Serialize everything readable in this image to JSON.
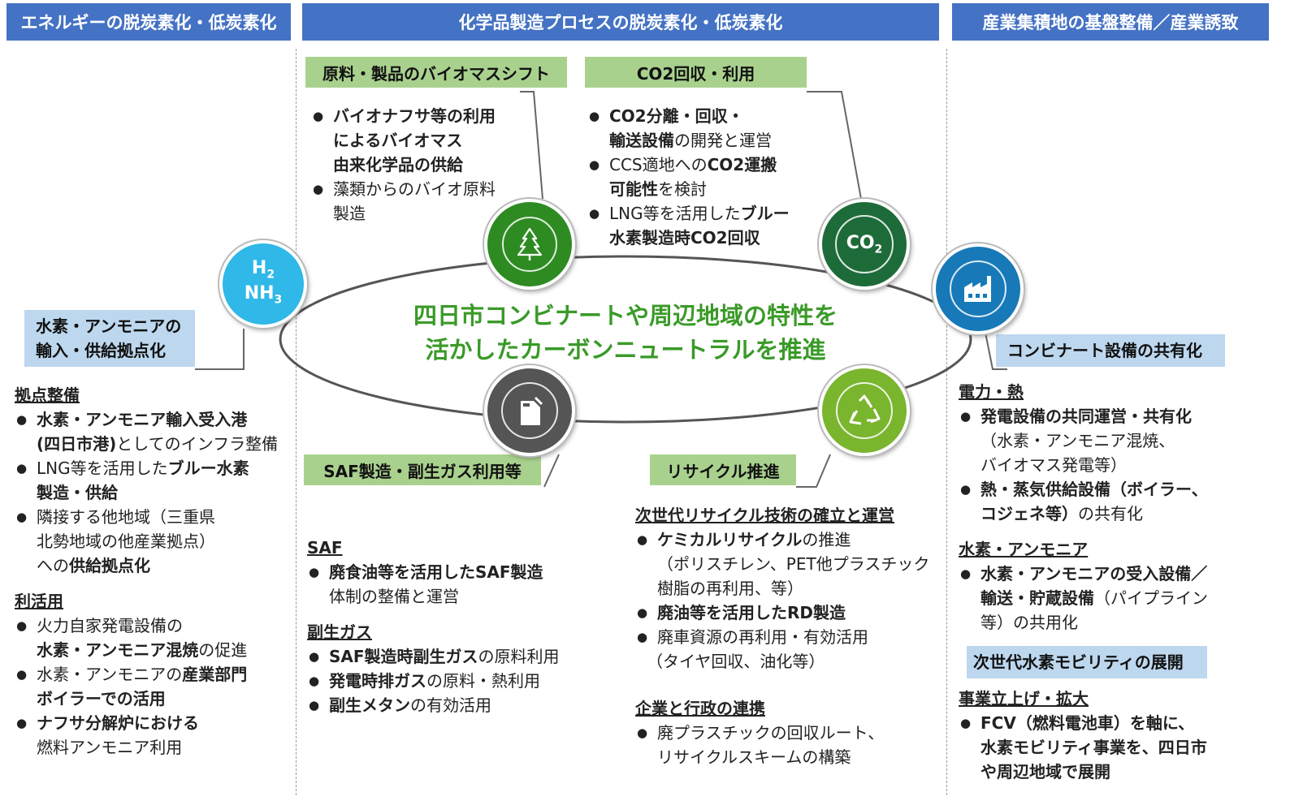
{
  "headers": {
    "left": "エネルギーの脱炭素化・低炭素化",
    "center": "化学品製造プロセスの脱炭素化・低炭素化",
    "right": "産業集積地の基盤整備／産業誘致"
  },
  "center_text": {
    "line1": "四日市コンビナートや周辺地域の特性を",
    "line2": "活かしたカーボンニュートラルを推進"
  },
  "icons": {
    "hydrogen": {
      "h2": "H",
      "h2_sub": "2",
      "nh3": "NH",
      "nh3_sub": "3",
      "color": "#2fb8e8"
    },
    "biomass": {
      "icon": "tree-icon",
      "color": "#2e8b22"
    },
    "co2": {
      "label": "CO",
      "sub": "2",
      "color": "#1e6b3a"
    },
    "factory": {
      "icon": "factory-icon",
      "color": "#1779b8"
    },
    "fuel": {
      "icon": "fuel-can-icon",
      "color": "#555555"
    },
    "recycle": {
      "icon": "recycle-icon",
      "color": "#7ab52e"
    }
  },
  "tags": {
    "biomass": "原料・製品のバイオマスシフト",
    "co2": "CO2回収・利用",
    "hydrogen_l1": "水素・アンモニアの",
    "hydrogen_l2": "輸入・供給拠点化",
    "saf": "SAF製造・副生ガス利用等",
    "recycle": "リサイクル推進",
    "share": "コンビナート設備の共有化",
    "mobility": "次世代水素モビリティの展開"
  },
  "biomass_list": {
    "b1_l1": "バイオナフサ等の利用",
    "b1_l2": "によるバイオマス",
    "b1_l3": "由来化学品の供給",
    "b2_l1": "藻類からのバイオ原料",
    "b2_l2": "製造"
  },
  "co2_list": {
    "c1_b1": "CO2分離・回収・",
    "c1_b2": "輸送設備",
    "c1_t2": "の開発と運営",
    "c2_t1": "CCS適地への",
    "c2_b1": "CO2運搬",
    "c2_b2": "可能性",
    "c2_t2": "を検討",
    "c3_t1": "LNG等を活用した",
    "c3_b1": "ブルー",
    "c3_b2": "水素製造時CO2回収"
  },
  "left_block": {
    "h1": "拠点整備",
    "a1_b1": "水素・アンモニア輸入受入港",
    "a1_b2": "(四日市港)",
    "a1_t2": "としてのインフラ整備",
    "a2_t1": "LNG等を活用した",
    "a2_b1": "ブルー水素",
    "a2_b2": "製造・供給",
    "a3_l1": "隣接する他地域（三重県",
    "a3_l2": "北勢地域の他産業拠点）",
    "a3_t3": "への",
    "a3_b3": "供給拠点化",
    "h2": "利活用",
    "u1_l1": "火力自家発電設備の",
    "u1_b2": "水素・アンモニア混焼",
    "u1_t2": "の促進",
    "u2_t1": "水素・アンモニアの",
    "u2_b1": "産業部門",
    "u2_b2": "ボイラーでの活用",
    "u3_b1": "ナフサ分解炉における",
    "u3_l2": "燃料アンモニア利用"
  },
  "saf_block": {
    "h1": "SAF",
    "s1_b1": "廃食油等を活用したSAF製造",
    "s1_l2": "体制の整備と運営",
    "h2": "副生ガス",
    "g1_b": "SAF製造時副生ガス",
    "g1_t": "の原料利用",
    "g2_b": "発電時排ガス",
    "g2_t": "の原料・熱利用",
    "g3_b": "副生メタン",
    "g3_t": "の有効活用"
  },
  "recycle_block": {
    "h1": "次世代リサイクル技術の確立と運営",
    "r1_b": "ケミカルリサイクル",
    "r1_t": "の推進",
    "r1_l2": "（ポリスチレン、PET他プラスチック",
    "r1_l3": "樹脂の再利用、等）",
    "r2_b": "廃油等を活用したRD製造",
    "r3_l1": "廃車資源の再利用・有効活用",
    "r3_l2": "（タイヤ回収、油化等）",
    "h2": "企業と行政の連携",
    "p1_l1": "廃プラスチックの回収ルート、",
    "p1_l2": "リサイクルスキームの構築"
  },
  "right_block": {
    "h1": "電力・熱",
    "e1_b": "発電設備の共同運営・共有化",
    "e1_l2": "（水素・アンモニア混焼、",
    "e1_l3": "バイオマス発電等）",
    "e2_b1": "熱・蒸気供給設備（ボイラー、",
    "e2_b2": "コジェネ等）",
    "e2_t2": "の共有化",
    "h2": "水素・アンモニア",
    "n1_b1": "水素・アンモニアの受入設備／",
    "n1_b2": "輸送・貯蔵設備",
    "n1_t2": "（パイプライン",
    "n1_l3": "等）の共用化",
    "h3": "事業立上げ・拡大",
    "m1_b1": "FCV（燃料電池車）を軸に、",
    "m1_b2": "水素モビリティ事業を、四日市",
    "m1_b3": "や周辺地域で展開"
  }
}
